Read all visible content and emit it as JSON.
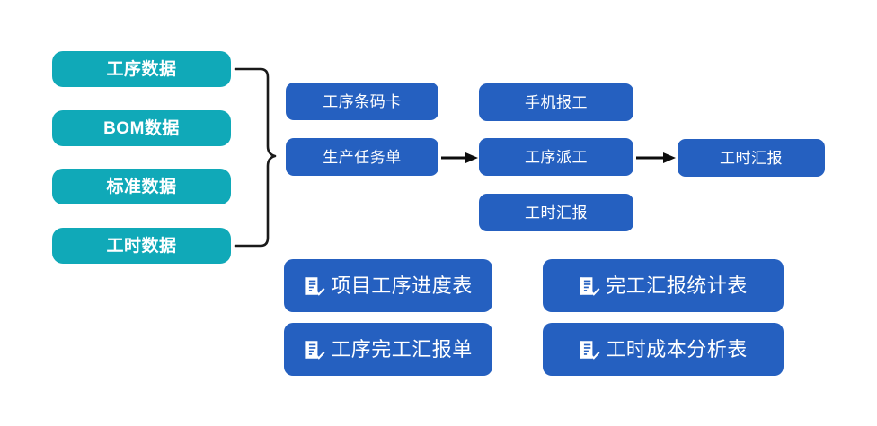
{
  "diagram": {
    "background_color": "#ffffff",
    "source_color": "#10a9b8",
    "process_color": "#2560c0",
    "connector_color": "#1a1a1a"
  },
  "sources": [
    {
      "label": "工序数据"
    },
    {
      "label": "BOM数据"
    },
    {
      "label": "标准数据"
    },
    {
      "label": "工时数据"
    }
  ],
  "process": {
    "column_a": [
      {
        "label": "工序条码卡"
      },
      {
        "label": "生产任务单"
      }
    ],
    "column_b": [
      {
        "label": "手机报工"
      },
      {
        "label": "工序派工"
      },
      {
        "label": "工时汇报"
      }
    ],
    "column_c": [
      {
        "label": "工时汇报"
      }
    ]
  },
  "reports": [
    {
      "label": "项目工序进度表",
      "icon": "report-check-icon"
    },
    {
      "label": "完工汇报统计表",
      "icon": "report-check-icon"
    },
    {
      "label": "工序完工汇报单",
      "icon": "report-check-icon"
    },
    {
      "label": "工时成本分析表",
      "icon": "report-check-icon"
    }
  ],
  "connectors": {
    "brace": "curly-brace-connector",
    "arrow_1": "arrow-task-to-dispatch",
    "arrow_2": "arrow-dispatch-to-report"
  }
}
